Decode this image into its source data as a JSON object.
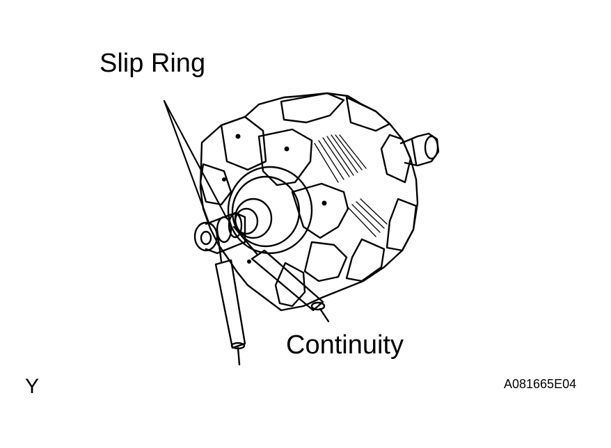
{
  "labels": {
    "slip_ring": "Slip Ring",
    "continuity": "Continuity",
    "corner_mark": "Y",
    "figure_code": "A081665E04"
  },
  "colors": {
    "ink": "#000000",
    "paper": "#ffffff"
  }
}
